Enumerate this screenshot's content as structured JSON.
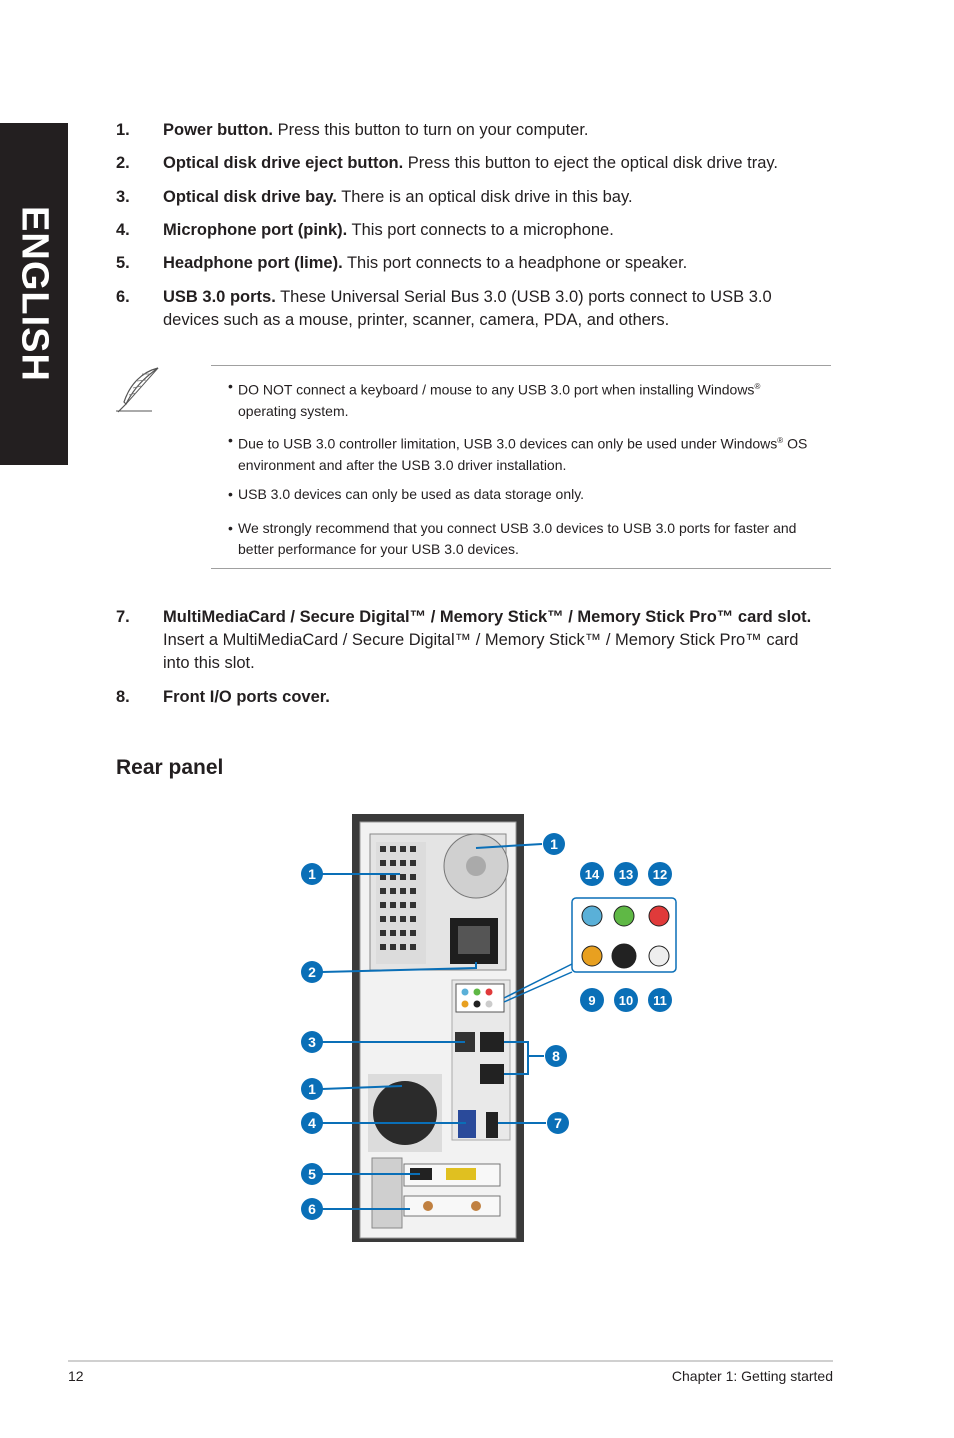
{
  "side_tab": "ENGLISH",
  "items_top": [
    {
      "num": "1.",
      "title": "Power button.",
      "text": " Press this button to turn on your computer."
    },
    {
      "num": "2.",
      "title": "Optical disk drive eject button.",
      "text": " Press this button to eject the optical disk drive tray."
    },
    {
      "num": "3.",
      "title": "Optical disk drive bay.",
      "text": " There is an optical disk drive in this bay."
    },
    {
      "num": "4.",
      "title": "Microphone port (pink).",
      "text": " This port connects to a microphone."
    },
    {
      "num": "5.",
      "title": "Headphone port (lime).",
      "text": " This port connects to a headphone or speaker."
    },
    {
      "num": "6.",
      "title": "USB 3.0 ports.",
      "text": " These Universal Serial Bus 3.0 (USB 3.0) ports connect to USB 3.0 devices such as a mouse, printer, scanner, camera, PDA, and others."
    }
  ],
  "notes": [
    {
      "a": "DO NOT connect a keyboard / mouse to any USB 3.0 port when installing Windows",
      "sup": "®",
      "b": " operating system."
    },
    {
      "a": "Due to USB 3.0 controller limitation, USB 3.0 devices can only be used under Windows",
      "sup": "®",
      "b": " OS environment and after the USB 3.0 driver installation."
    },
    {
      "a": "USB 3.0 devices can only be used as data storage only.",
      "sup": "",
      "b": ""
    },
    {
      "a": "We strongly recommend that you connect USB 3.0 devices to USB 3.0 ports for faster and better performance for your USB 3.0 devices.",
      "sup": "",
      "b": ""
    }
  ],
  "items_bottom": [
    {
      "num": "7.",
      "title": "MultiMediaCard / Secure Digital™ / Memory Stick™ / Memory Stick Pro™ card slot.",
      "text": " Insert a MultiMediaCard / Secure Digital™ / Memory Stick™ / Memory Stick Pro™ card into this slot."
    },
    {
      "num": "8.",
      "title": "Front I/O ports cover.",
      "text": ""
    }
  ],
  "section_title": "Rear panel",
  "callouts": [
    "1",
    "1",
    "2",
    "3",
    "1",
    "4",
    "5",
    "6",
    "7",
    "8",
    "14",
    "13",
    "12",
    "9",
    "10",
    "11"
  ],
  "footer": {
    "page": "12",
    "chapter": "Chapter 1: Getting started"
  },
  "colors": {
    "callout": "#0a6fb7",
    "dark": "#231f20"
  }
}
